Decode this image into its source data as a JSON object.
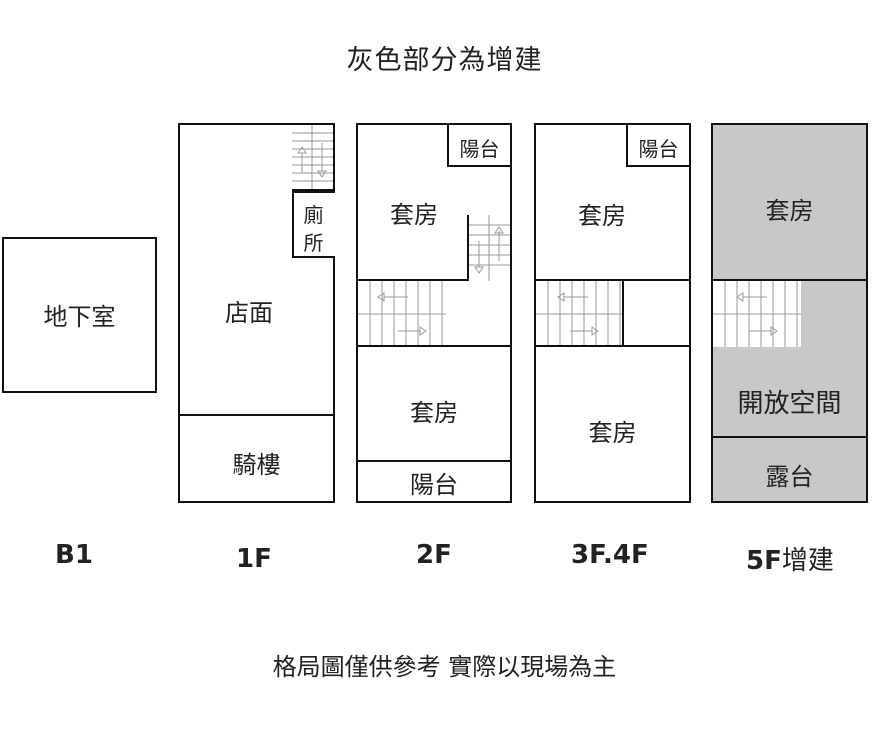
{
  "title": "灰色部分為增建",
  "footer": "格局圖僅供參考 實際以現場為主",
  "floors": {
    "b1": {
      "label": "B1",
      "rooms": {
        "basement": "地下室"
      }
    },
    "f1": {
      "label": "1F",
      "rooms": {
        "shop": "店面",
        "arcade": "騎樓",
        "toilet_top": "廁",
        "toilet_bottom": "所"
      }
    },
    "f2": {
      "label": "2F",
      "rooms": {
        "balcony_top": "陽台",
        "suite_top": "套房",
        "suite_bottom": "套房",
        "balcony_bottom": "陽台"
      }
    },
    "f34": {
      "label": "3F.4F",
      "rooms": {
        "balcony": "陽台",
        "suite_top": "套房",
        "suite_bottom": "套房"
      }
    },
    "f5": {
      "label": "5F",
      "label_suffix": "增建",
      "rooms": {
        "suite": "套房",
        "open_space": "開放空間",
        "terrace": "露台"
      }
    }
  },
  "colors": {
    "addition_gray": "#c8c8c8",
    "wall": "#111111"
  }
}
